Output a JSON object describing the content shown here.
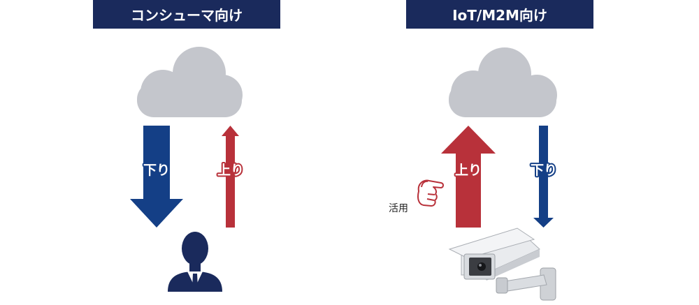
{
  "panels": {
    "consumer": {
      "title": "コンシューマ向け",
      "down_label": "下り",
      "up_label": "上り"
    },
    "iot": {
      "title": "IoT/M2M向け",
      "up_label": "上り",
      "down_label": "下り",
      "annotation": "活用"
    }
  },
  "colors": {
    "title_bg": "#1a2a5c",
    "down_arrow": "#143f86",
    "up_arrow": "#b8313a",
    "cloud": "#c4c6cc"
  },
  "icons": [
    "cloud-icon",
    "person-icon",
    "pointing-hand-icon",
    "security-camera-icon"
  ]
}
